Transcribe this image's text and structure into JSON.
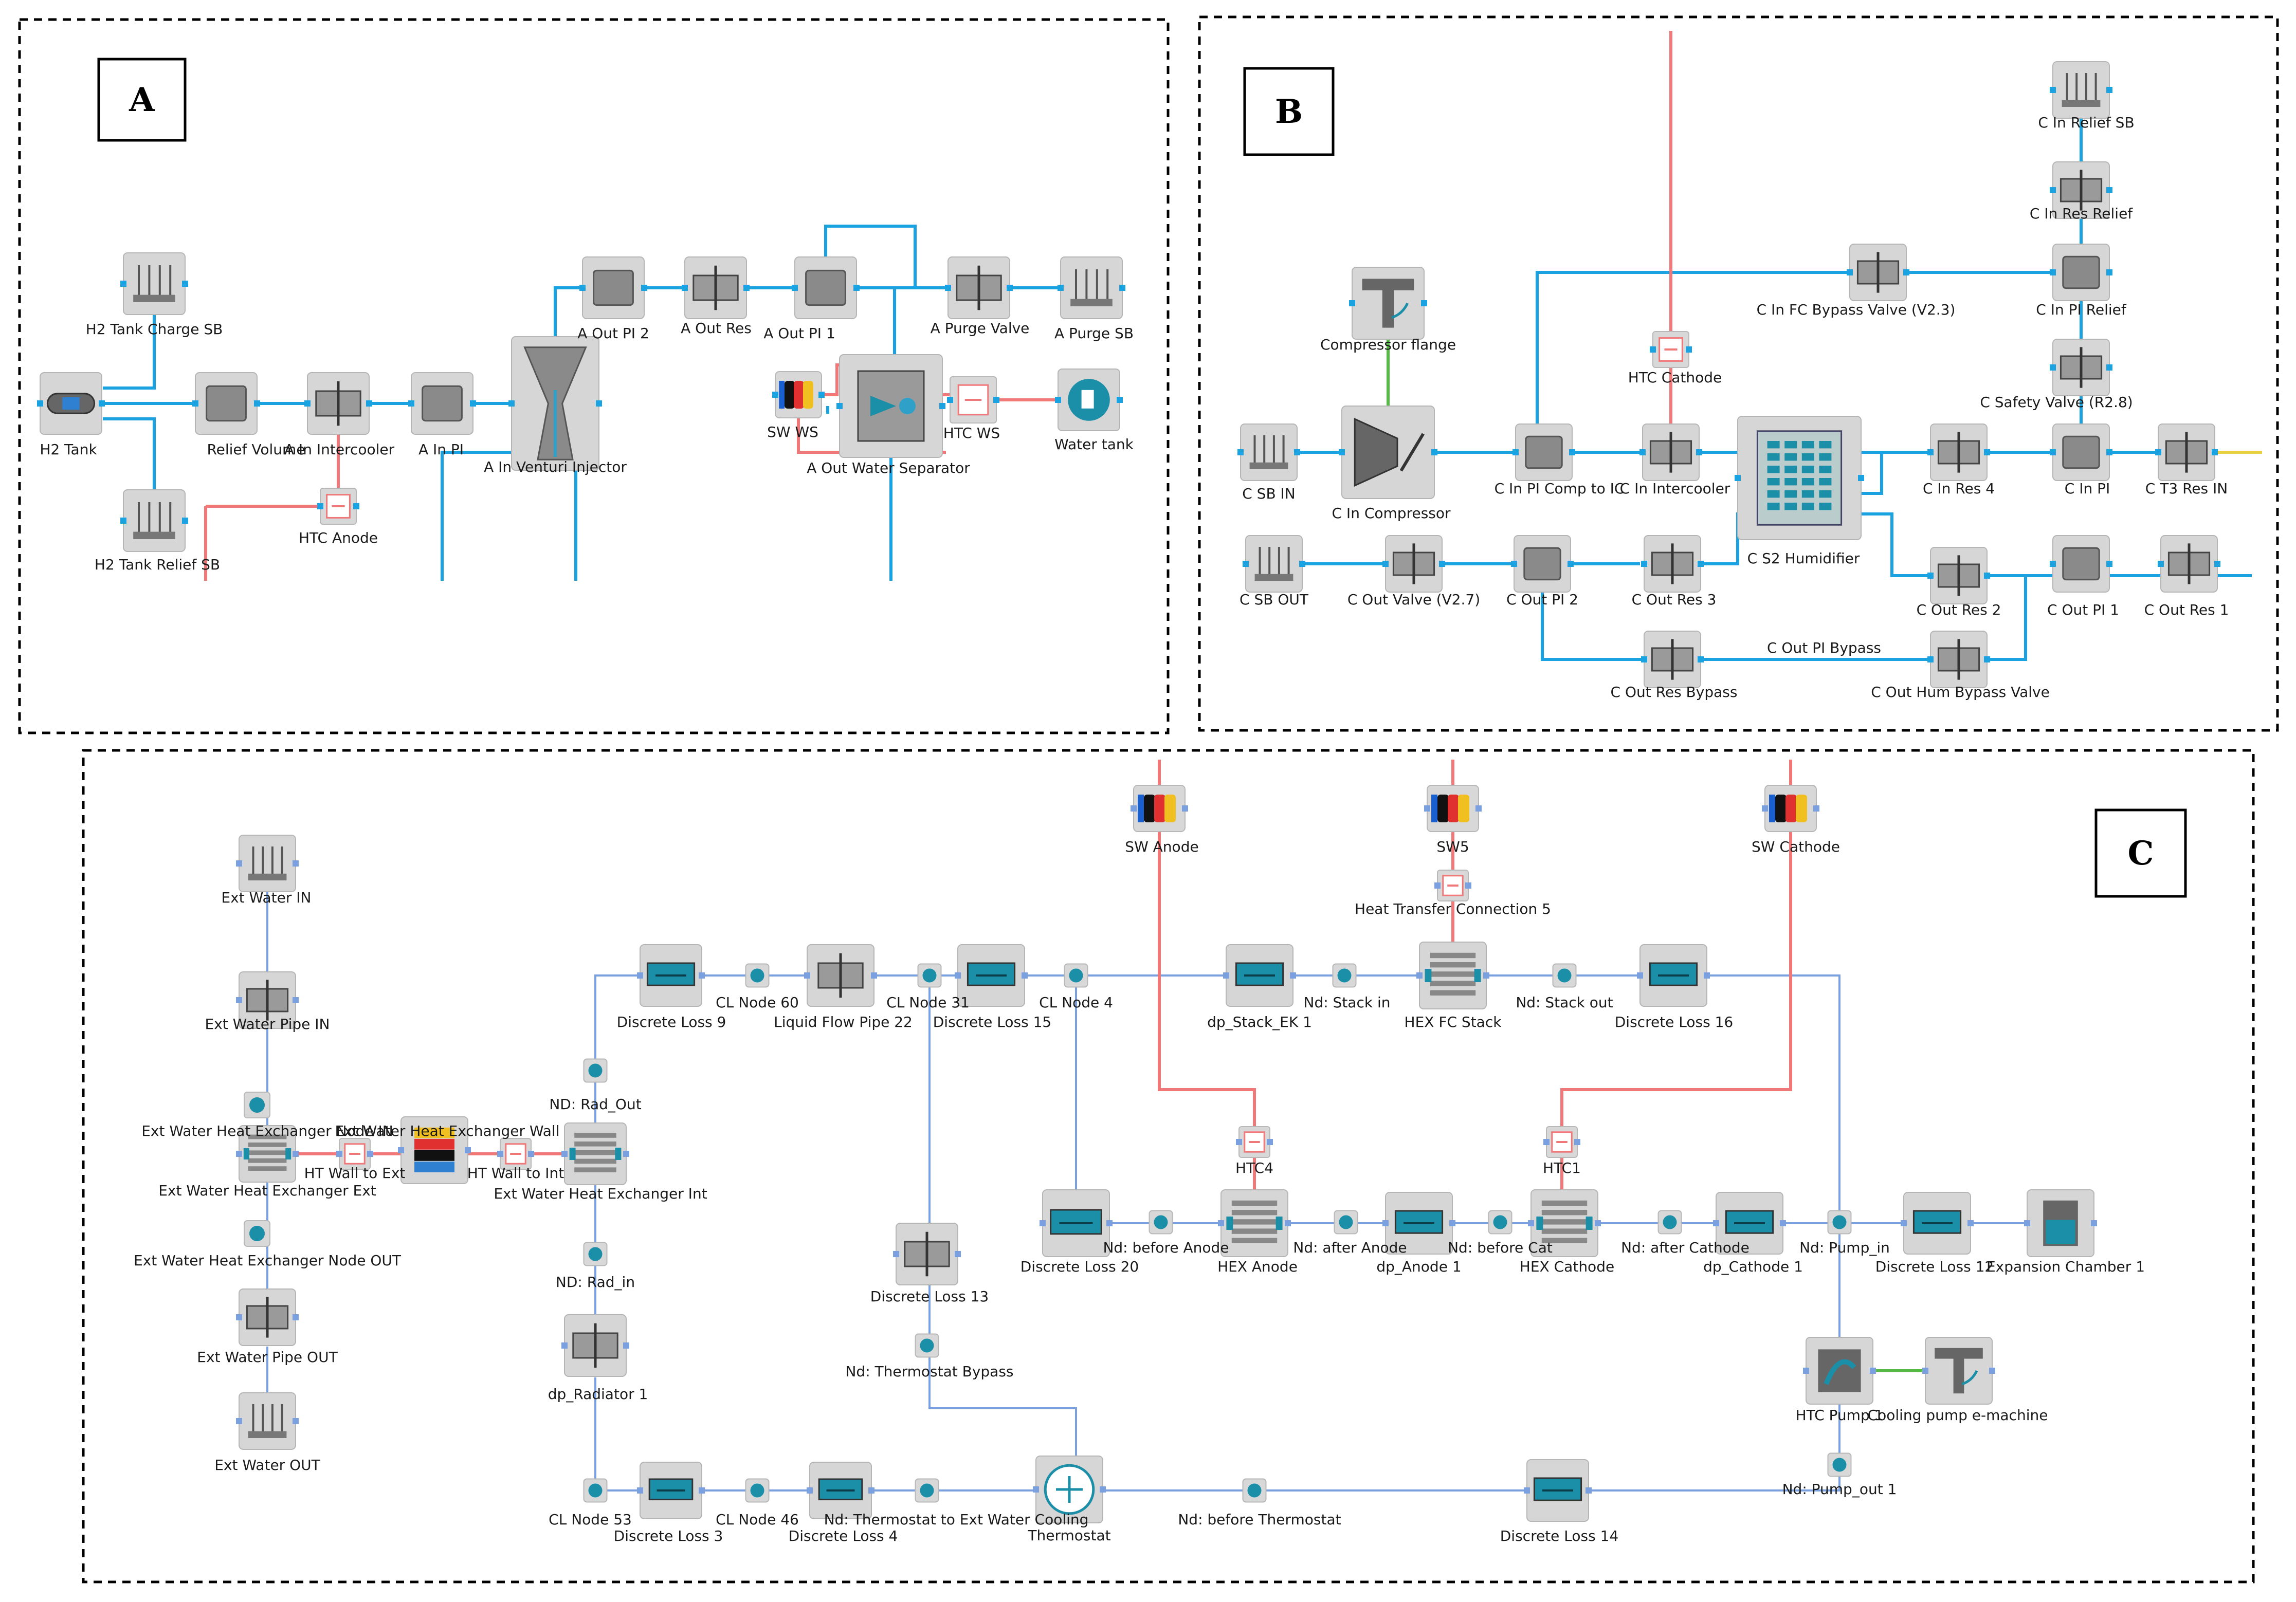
{
  "panels": [
    {
      "id": "A",
      "label": "A"
    },
    {
      "id": "B",
      "label": "B"
    },
    {
      "id": "C",
      "label": "C"
    }
  ],
  "colors": {
    "fluid_a_b": "#1aa3e0",
    "fluid_c": "#7aa0e0",
    "heat": "#f07878",
    "mech": "#55bb44",
    "signal": "#e8d040",
    "component_fill": "#d6d6d6",
    "component_teal": "#1b8ea8"
  },
  "components": [
    {
      "key": "h2_tank_charge_sb",
      "label": "H2 Tank Charge SB",
      "icon": "boundary-icon",
      "panel": "A"
    },
    {
      "key": "h2_tank",
      "label": "H2 Tank",
      "icon": "h2-tank-icon",
      "panel": "A"
    },
    {
      "key": "relief_volume",
      "label": "Relief Volume",
      "icon": "volume-icon",
      "panel": "A"
    },
    {
      "key": "a_in_intercooler",
      "label": "A In Intercooler",
      "icon": "pipe-icon",
      "panel": "A"
    },
    {
      "key": "a_in_pi",
      "label": "A In PI",
      "icon": "volume-icon",
      "panel": "A"
    },
    {
      "key": "a_in_venturi",
      "label": "A In Venturi Injector",
      "icon": "venturi-icon",
      "panel": "A"
    },
    {
      "key": "h2_tank_relief_sb",
      "label": "H2 Tank Relief SB",
      "icon": "boundary-icon",
      "panel": "A"
    },
    {
      "key": "htc_anode",
      "label": "HTC Anode",
      "icon": "heat-transfer-icon",
      "panel": "A"
    },
    {
      "key": "a_out_pi2",
      "label": "A Out PI 2",
      "icon": "volume-icon",
      "panel": "A"
    },
    {
      "key": "a_out_res",
      "label": "A Out Res",
      "icon": "restriction-icon",
      "panel": "A"
    },
    {
      "key": "a_out_pi1",
      "label": "A Out PI 1",
      "icon": "volume-icon",
      "panel": "A"
    },
    {
      "key": "a_purge_valve",
      "label": "A Purge Valve",
      "icon": "valve-icon",
      "panel": "A"
    },
    {
      "key": "a_purge_sb",
      "label": "A Purge SB",
      "icon": "boundary-icon",
      "panel": "A"
    },
    {
      "key": "sw_ws",
      "label": "SW WS",
      "icon": "switch-icon",
      "panel": "A"
    },
    {
      "key": "a_out_water_sep",
      "label": "A Out Water Separator",
      "icon": "water-separator-icon",
      "panel": "A"
    },
    {
      "key": "htc_ws",
      "label": "HTC WS",
      "icon": "heat-transfer-icon",
      "panel": "A"
    },
    {
      "key": "water_tank",
      "label": "Water tank",
      "icon": "water-tank-icon",
      "panel": "A"
    },
    {
      "key": "c_in_relief_sb",
      "label": "C In Relief SB",
      "icon": "boundary-icon",
      "panel": "B"
    },
    {
      "key": "c_in_res_relief",
      "label": "C In Res Relief",
      "icon": "restriction-icon",
      "panel": "B"
    },
    {
      "key": "compressor_flange",
      "label": "Compressor flange",
      "icon": "flange-icon",
      "panel": "B"
    },
    {
      "key": "c_in_fc_bypass",
      "label": "C In FC Bypass Valve (V2.3)",
      "icon": "valve-icon",
      "panel": "B"
    },
    {
      "key": "c_in_pi_relief",
      "label": "C In PI Relief",
      "icon": "volume-icon",
      "panel": "B"
    },
    {
      "key": "htc_cathode",
      "label": "HTC Cathode",
      "icon": "heat-transfer-icon",
      "panel": "B"
    },
    {
      "key": "c_safety_valve",
      "label": "C Safety Valve (R2.8)",
      "icon": "valve-icon",
      "panel": "B"
    },
    {
      "key": "c_sb_in",
      "label": "C SB IN",
      "icon": "boundary-icon",
      "panel": "B"
    },
    {
      "key": "c_in_compressor",
      "label": "C In Compressor",
      "icon": "compressor-icon",
      "panel": "B"
    },
    {
      "key": "c_in_pi_comp",
      "label": "C In PI Comp to IC",
      "icon": "volume-icon",
      "panel": "B"
    },
    {
      "key": "c_in_intercooler",
      "label": "C In Intercooler",
      "icon": "pipe-icon",
      "panel": "B"
    },
    {
      "key": "c_s2_humidifier",
      "label": "C S2 Humidifier",
      "icon": "humidifier-icon",
      "panel": "B"
    },
    {
      "key": "c_in_res4",
      "label": "C In Res 4",
      "icon": "restriction-icon",
      "panel": "B"
    },
    {
      "key": "c_in_pi",
      "label": "C In PI",
      "icon": "volume-icon",
      "panel": "B"
    },
    {
      "key": "c_t3_res_in",
      "label": "C T3 Res IN",
      "icon": "restriction-icon",
      "panel": "B"
    },
    {
      "key": "c_sb_out",
      "label": "C SB OUT",
      "icon": "boundary-icon",
      "panel": "B"
    },
    {
      "key": "c_out_valve",
      "label": "C Out Valve (V2.7)",
      "icon": "valve-icon",
      "panel": "B"
    },
    {
      "key": "c_out_pi2",
      "label": "C Out PI 2",
      "icon": "volume-icon",
      "panel": "B"
    },
    {
      "key": "c_out_res3",
      "label": "C Out Res 3",
      "icon": "restriction-icon",
      "panel": "B"
    },
    {
      "key": "c_out_pi_bypass",
      "label": "C Out PI Bypass",
      "icon": "volume-icon",
      "panel": "B"
    },
    {
      "key": "c_out_res2",
      "label": "C Out Res 2",
      "icon": "restriction-icon",
      "panel": "B"
    },
    {
      "key": "c_out_pi1",
      "label": "C Out PI 1",
      "icon": "volume-icon",
      "panel": "B"
    },
    {
      "key": "c_out_res1",
      "label": "C Out Res 1",
      "icon": "restriction-icon",
      "panel": "B"
    },
    {
      "key": "c_out_res_bypass",
      "label": "C Out Res Bypass",
      "icon": "restriction-icon",
      "panel": "B"
    },
    {
      "key": "c_out_hum_bypass",
      "label": "C Out Hum Bypass Valve",
      "icon": "valve-icon",
      "panel": "B"
    },
    {
      "key": "ext_water_in",
      "label": "Ext Water IN",
      "icon": "boundary-icon",
      "panel": "C"
    },
    {
      "key": "ext_water_pipe_in",
      "label": "Ext Water Pipe IN",
      "icon": "pipe-icon",
      "panel": "C"
    },
    {
      "key": "ext_whx_node_in",
      "label": "Ext Water Heat Exchanger Node IN",
      "icon": "node-icon",
      "panel": "C"
    },
    {
      "key": "ext_whx_wall",
      "label": "Ext Water Heat Exchanger Wall",
      "icon": "wall-icon",
      "panel": "C"
    },
    {
      "key": "ext_whx_ext",
      "label": "Ext Water Heat Exchanger Ext",
      "icon": "heat-exchanger-icon",
      "panel": "C"
    },
    {
      "key": "ht_wall_to_ext",
      "label": "HT Wall to Ext",
      "icon": "heat-transfer-icon",
      "panel": "C"
    },
    {
      "key": "ht_wall_to_int",
      "label": "HT Wall to Int",
      "icon": "heat-transfer-icon",
      "panel": "C"
    },
    {
      "key": "ext_whx_int",
      "label": "Ext Water Heat Exchanger Int",
      "icon": "heat-exchanger-icon",
      "panel": "C"
    },
    {
      "key": "ext_whx_node_out",
      "label": "Ext Water Heat Exchanger Node OUT",
      "icon": "node-icon",
      "panel": "C"
    },
    {
      "key": "ext_water_pipe_out",
      "label": "Ext Water Pipe OUT",
      "icon": "pipe-icon",
      "panel": "C"
    },
    {
      "key": "ext_water_out",
      "label": "Ext Water OUT",
      "icon": "boundary-icon",
      "panel": "C"
    },
    {
      "key": "nd_rad_out",
      "label": "ND: Rad_Out",
      "icon": "node-icon",
      "panel": "C"
    },
    {
      "key": "nd_rad_in",
      "label": "ND: Rad_in",
      "icon": "node-icon",
      "panel": "C"
    },
    {
      "key": "dp_radiator1",
      "label": "dp_Radiator 1",
      "icon": "pipe-icon",
      "panel": "C"
    },
    {
      "key": "cl_node53",
      "label": "CL Node 53",
      "icon": "node-icon",
      "panel": "C"
    },
    {
      "key": "discrete_loss3",
      "label": "Discrete Loss 3",
      "icon": "loss-icon",
      "panel": "C"
    },
    {
      "key": "cl_node46",
      "label": "CL Node 46",
      "icon": "node-icon",
      "panel": "C"
    },
    {
      "key": "discrete_loss4",
      "label": "Discrete Loss 4",
      "icon": "loss-icon",
      "panel": "C"
    },
    {
      "key": "nd_thermo_ext",
      "label": "Nd: Thermostat to Ext Water Cooling",
      "icon": "node-icon",
      "panel": "C"
    },
    {
      "key": "thermostat",
      "label": "Thermostat",
      "icon": "thermostat-icon",
      "panel": "C"
    },
    {
      "key": "nd_before_thermostat",
      "label": "Nd: before Thermostat",
      "icon": "node-icon",
      "panel": "C"
    },
    {
      "key": "discrete_loss14",
      "label": "Discrete Loss 14",
      "icon": "loss-icon",
      "panel": "C"
    },
    {
      "key": "nd_pump_out1",
      "label": "Nd: Pump_out 1",
      "icon": "node-icon",
      "panel": "C"
    },
    {
      "key": "htc_pump1",
      "label": "HTC Pump 1",
      "icon": "pump-icon",
      "panel": "C"
    },
    {
      "key": "cooling_pump_emachine",
      "label": "Cooling pump e-machine",
      "icon": "flange-icon",
      "panel": "C"
    },
    {
      "key": "discrete_loss9",
      "label": "Discrete Loss 9",
      "icon": "loss-icon",
      "panel": "C"
    },
    {
      "key": "cl_node60",
      "label": "CL Node 60",
      "icon": "node-icon",
      "panel": "C"
    },
    {
      "key": "liquid_flow_pipe22",
      "label": "Liquid Flow Pipe 22",
      "icon": "pipe-icon",
      "panel": "C"
    },
    {
      "key": "cl_node31",
      "label": "CL Node 31",
      "icon": "node-icon",
      "panel": "C"
    },
    {
      "key": "discrete_loss15",
      "label": "Discrete Loss 15",
      "icon": "loss-icon",
      "panel": "C"
    },
    {
      "key": "cl_node4",
      "label": "CL Node 4",
      "icon": "node-icon",
      "panel": "C"
    },
    {
      "key": "discrete_loss13",
      "label": "Discrete Loss 13",
      "icon": "pipe-icon",
      "panel": "C"
    },
    {
      "key": "nd_thermo_bypass",
      "label": "Nd: Thermostat Bypass",
      "icon": "node-icon",
      "panel": "C"
    },
    {
      "key": "sw_anode",
      "label": "SW Anode",
      "icon": "switch-icon",
      "panel": "C"
    },
    {
      "key": "sw5",
      "label": "SW5",
      "icon": "switch-icon",
      "panel": "C"
    },
    {
      "key": "sw_cathode",
      "label": "SW Cathode",
      "icon": "switch-icon",
      "panel": "C"
    },
    {
      "key": "htc5",
      "label": "Heat Transfer Connection 5",
      "icon": "heat-transfer-icon",
      "panel": "C"
    },
    {
      "key": "dp_stack_ek1",
      "label": "dp_Stack_EK 1",
      "icon": "loss-icon",
      "panel": "C"
    },
    {
      "key": "nd_stack_in",
      "label": "Nd: Stack in",
      "icon": "node-icon",
      "panel": "C"
    },
    {
      "key": "hex_fc_stack",
      "label": "HEX FC Stack",
      "icon": "heat-exchanger-icon",
      "panel": "C"
    },
    {
      "key": "nd_stack_out",
      "label": "Nd: Stack out",
      "icon": "node-icon",
      "panel": "C"
    },
    {
      "key": "discrete_loss16",
      "label": "Discrete Loss 16",
      "icon": "loss-icon",
      "panel": "C"
    },
    {
      "key": "htc4",
      "label": "HTC4",
      "icon": "heat-transfer-icon",
      "panel": "C"
    },
    {
      "key": "htc1",
      "label": "HTC1",
      "icon": "heat-transfer-icon",
      "panel": "C"
    },
    {
      "key": "discrete_loss20",
      "label": "Discrete Loss 20",
      "icon": "loss-icon",
      "panel": "C"
    },
    {
      "key": "nd_before_anode",
      "label": "Nd: before Anode",
      "icon": "node-icon",
      "panel": "C"
    },
    {
      "key": "hex_anode",
      "label": "HEX Anode",
      "icon": "heat-exchanger-icon",
      "panel": "C"
    },
    {
      "key": "nd_after_anode",
      "label": "Nd: after Anode",
      "icon": "node-icon",
      "panel": "C"
    },
    {
      "key": "dp_anode1",
      "label": "dp_Anode 1",
      "icon": "loss-icon",
      "panel": "C"
    },
    {
      "key": "nd_before_cat",
      "label": "Nd: before Cat",
      "icon": "node-icon",
      "panel": "C"
    },
    {
      "key": "hex_cathode",
      "label": "HEX Cathode",
      "icon": "heat-exchanger-icon",
      "panel": "C"
    },
    {
      "key": "nd_after_cathode",
      "label": "Nd: after Cathode",
      "icon": "node-icon",
      "panel": "C"
    },
    {
      "key": "dp_cathode1",
      "label": "dp_Cathode 1",
      "icon": "loss-icon",
      "panel": "C"
    },
    {
      "key": "nd_pump_in",
      "label": "Nd: Pump_in",
      "icon": "node-icon",
      "panel": "C"
    },
    {
      "key": "discrete_loss12",
      "label": "Discrete Loss 12",
      "icon": "loss-icon",
      "panel": "C"
    },
    {
      "key": "expansion_chamber1",
      "label": "Expansion Chamber 1",
      "icon": "chamber-icon",
      "panel": "C"
    }
  ]
}
